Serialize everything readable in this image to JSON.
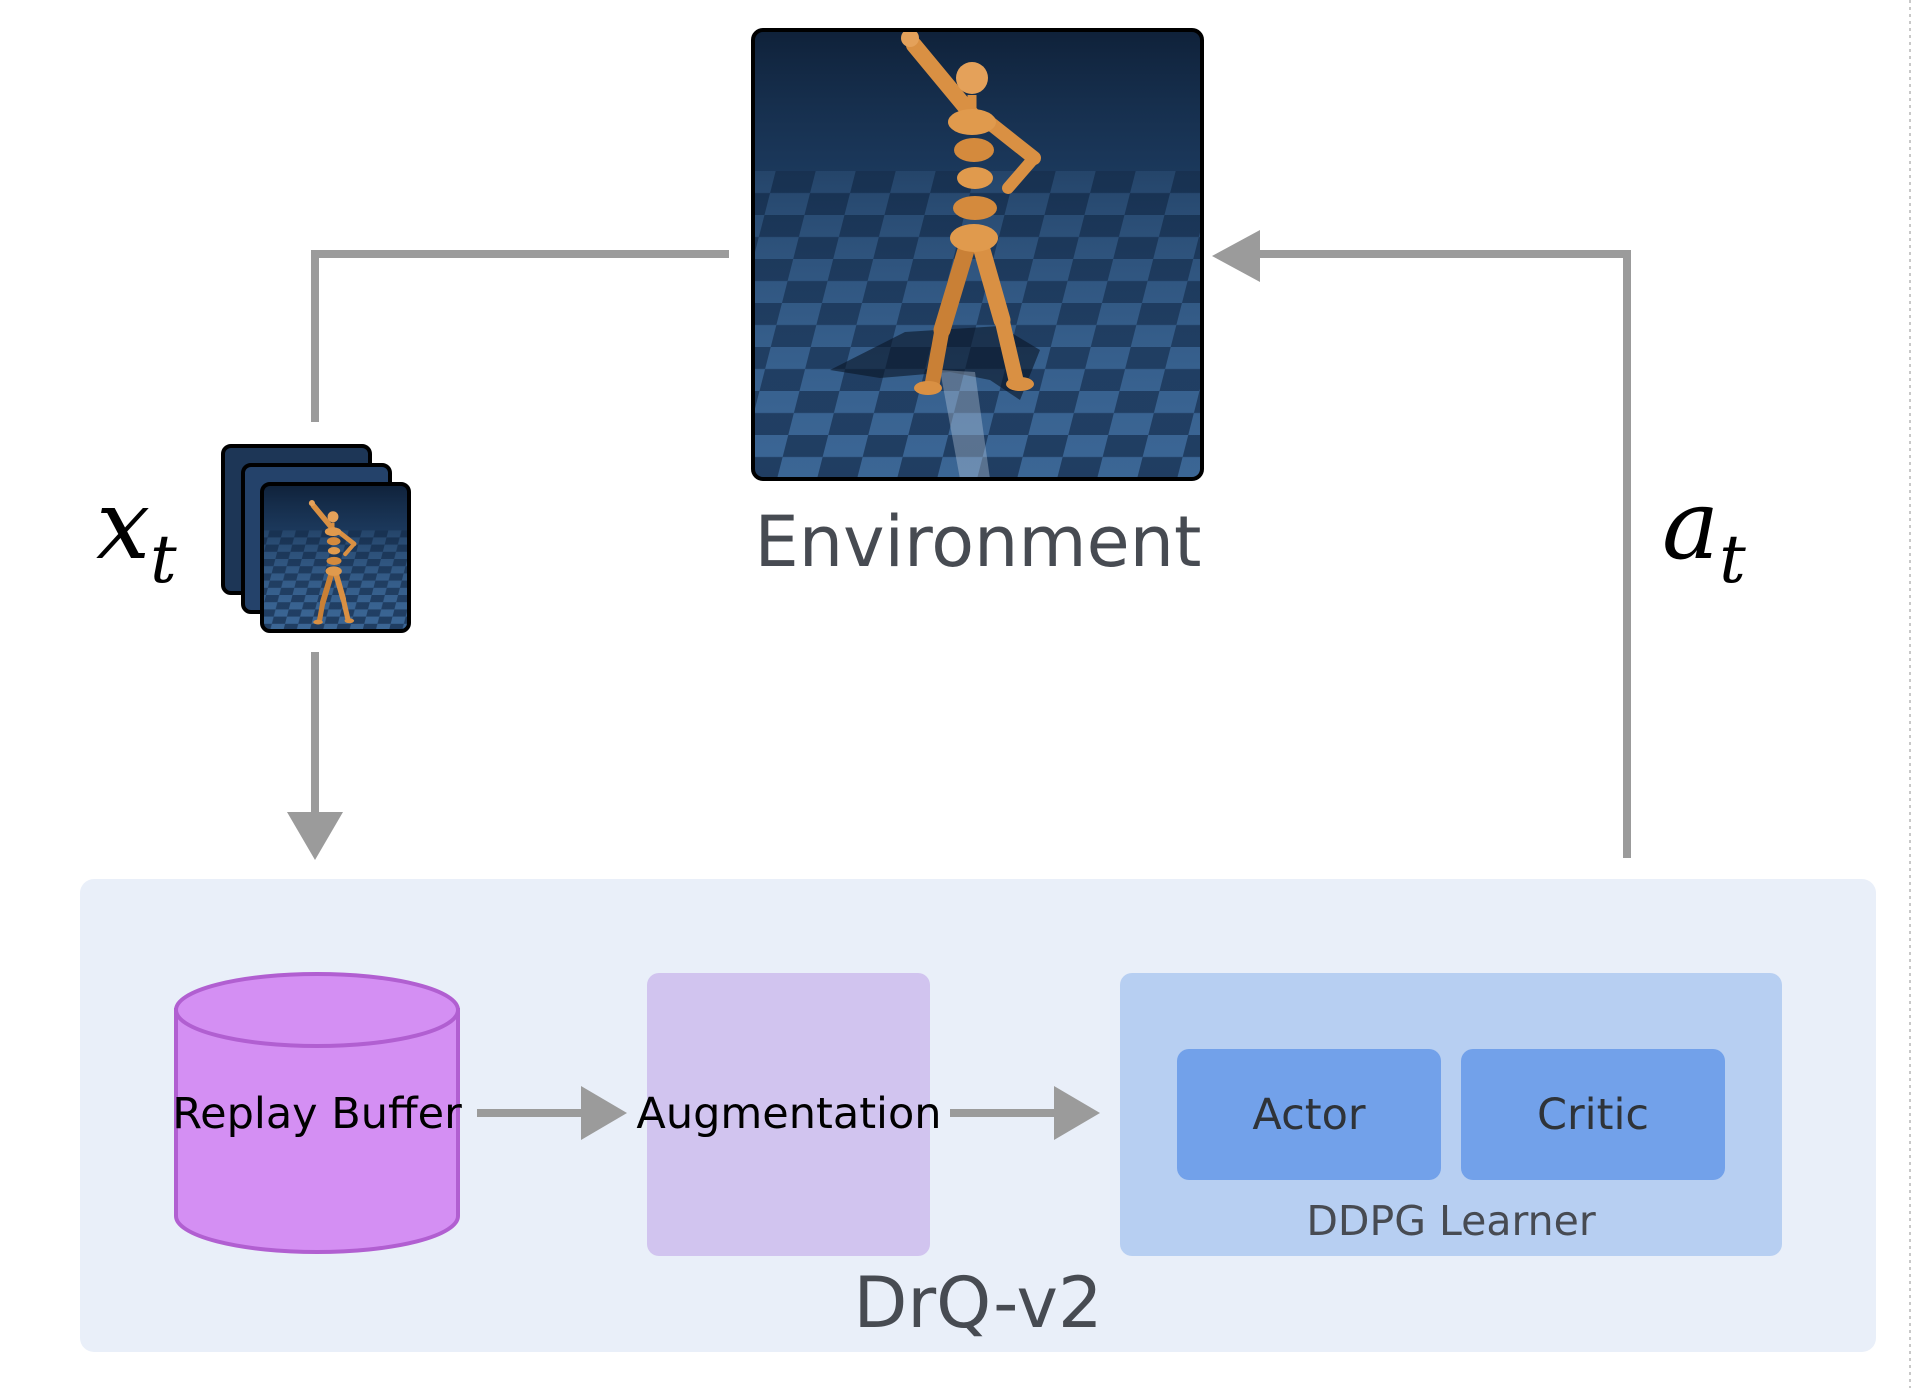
{
  "environment": {
    "label": "Environment"
  },
  "observation": {
    "symbol": "x",
    "subscript": "t"
  },
  "action": {
    "symbol": "a",
    "subscript": "t"
  },
  "agent": {
    "label": "DrQ-v2",
    "replay_buffer": "Replay Buffer",
    "augmentation": "Augmentation",
    "learner": {
      "label": "DDPG Learner",
      "actor": "Actor",
      "critic": "Critic"
    }
  },
  "colors": {
    "arrow": "#9b9b9b",
    "agent_bg": "#e9eff9",
    "cylinder_fill": "#d48ff3",
    "cylinder_stroke": "#b15fd1",
    "augmentation_fill": "#d1c4ef",
    "learner_fill": "#b7cff2",
    "actor_critic_fill": "#72a1ea",
    "text_dark": "#474b52",
    "text_black": "#000000",
    "floor_dark": "#102642",
    "floor_light": "#355c89",
    "humanoid": "#d99043"
  }
}
